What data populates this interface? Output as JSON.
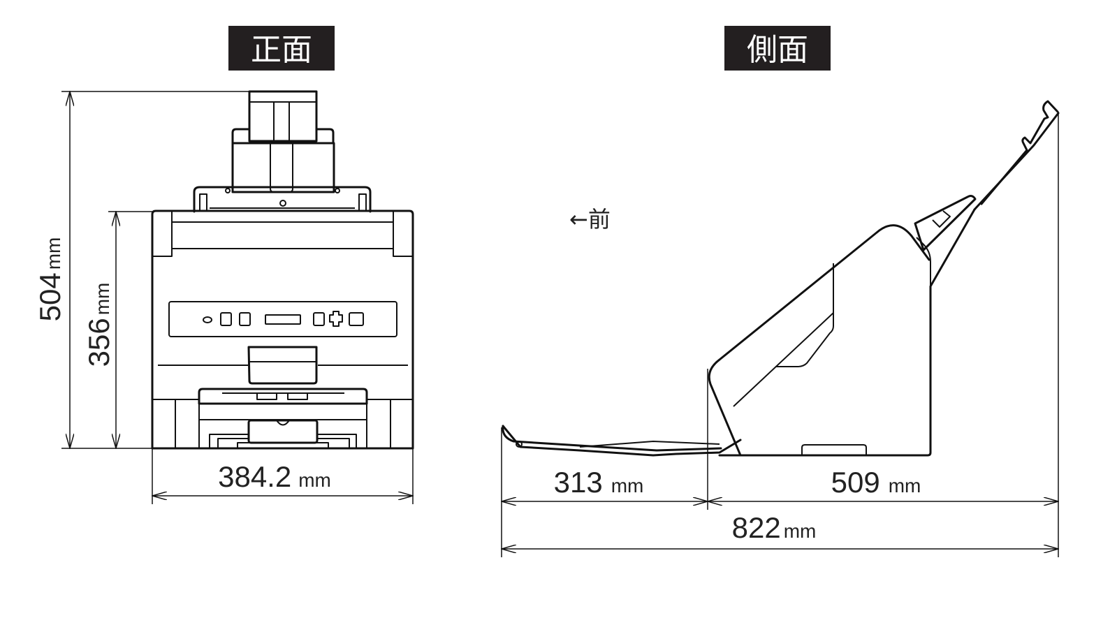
{
  "titles": {
    "front": "正面",
    "side": "側面"
  },
  "front_note": "←前",
  "dimensions": {
    "total_height": {
      "value": "504",
      "unit": "mm"
    },
    "body_height": {
      "value": "356",
      "unit": "mm"
    },
    "width": {
      "value": "384.2",
      "unit": "mm"
    },
    "tray_depth": {
      "value": "313",
      "unit": "mm"
    },
    "body_depth": {
      "value": "509",
      "unit": "mm"
    },
    "total_depth": {
      "value": "822",
      "unit": "mm"
    }
  }
}
